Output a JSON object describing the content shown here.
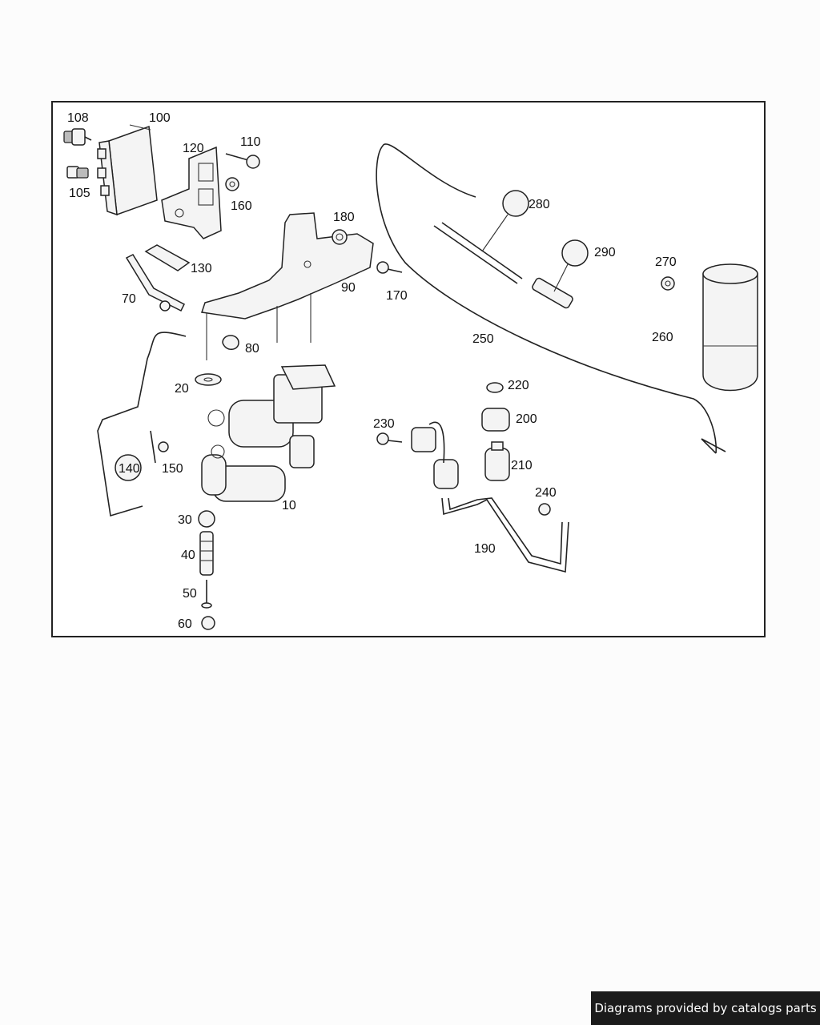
{
  "labels": {
    "p108": "108",
    "p100": "100",
    "p105": "105",
    "p120": "120",
    "p110": "110",
    "p160": "160",
    "p180": "180",
    "p130": "130",
    "p70": "70",
    "p90": "90",
    "p170": "170",
    "p80": "80",
    "p20": "20",
    "p140": "140",
    "p150": "150",
    "p10": "10",
    "p30": "30",
    "p40": "40",
    "p50": "50",
    "p60": "60",
    "p280": "280",
    "p290": "290",
    "p270": "270",
    "p260": "260",
    "p250": "250",
    "p220": "220",
    "p200": "200",
    "p230": "230",
    "p210": "210",
    "p240": "240",
    "p190": "190"
  },
  "credit": "Diagrams provided by catalogs parts"
}
